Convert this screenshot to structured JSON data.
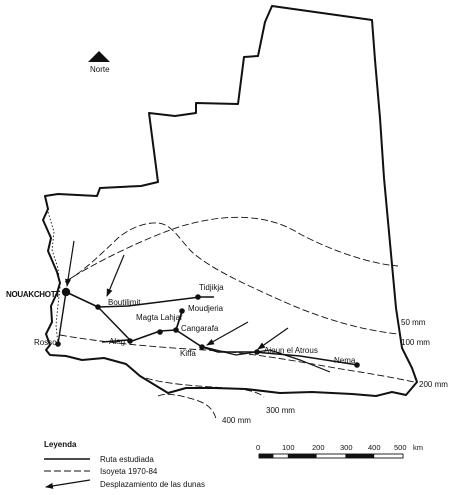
{
  "north": {
    "label": "Norte",
    "icon": "north-arrow-icon"
  },
  "capital": "NOUAKCHOTT",
  "cities": [
    "Rosso",
    "Boutilimit",
    "Tidjikja",
    "Moudjeria",
    "Magta Lahjar",
    "Cangarafa",
    "Aleg",
    "Kiffa",
    "Aioun el Atrous",
    "Nema"
  ],
  "isohyets": [
    "50 mm",
    "100 mm",
    "200 mm",
    "300 mm",
    "400 mm"
  ],
  "legend": {
    "title": "Leyenda",
    "route": "Ruta estudiada",
    "isohyet": "Isoyeta 1970-84",
    "dunes": "Desplazamiento de las dunas"
  },
  "scale": {
    "ticks": [
      "0",
      "100",
      "200",
      "300",
      "400",
      "500"
    ],
    "unit": "km"
  },
  "colors": {
    "ink": "#111111",
    "paper": "#ffffff"
  }
}
